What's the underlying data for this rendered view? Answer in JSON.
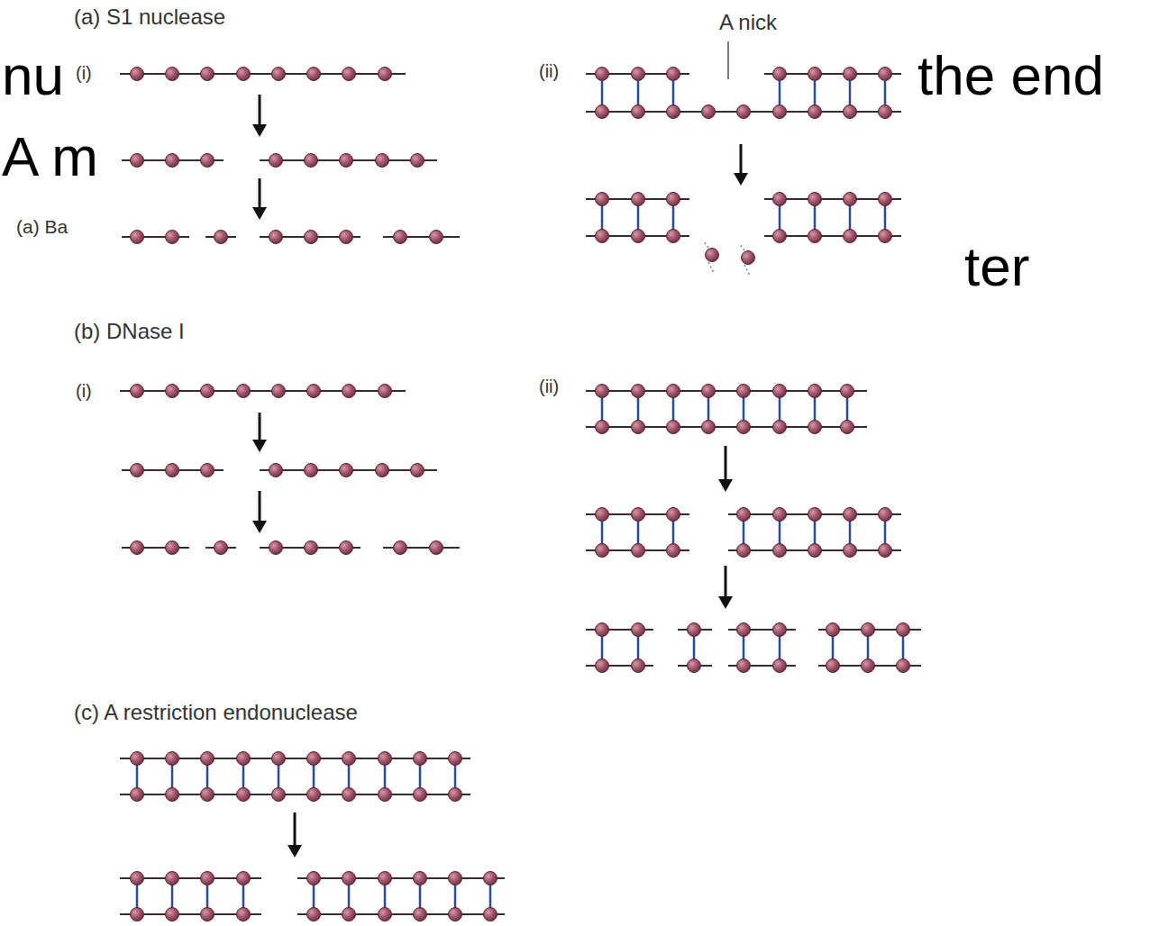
{
  "diagram": {
    "labels": [
      "nu",
      "the end",
      "A m",
      "(a) Ba",
      "ter",
      "(a) S1 nuclease",
      "(i)",
      "A nick",
      "(ii)",
      "(b) DNase I",
      "(i)",
      "(ii)",
      "(c) A restriction endonuclease"
    ]
  }
}
